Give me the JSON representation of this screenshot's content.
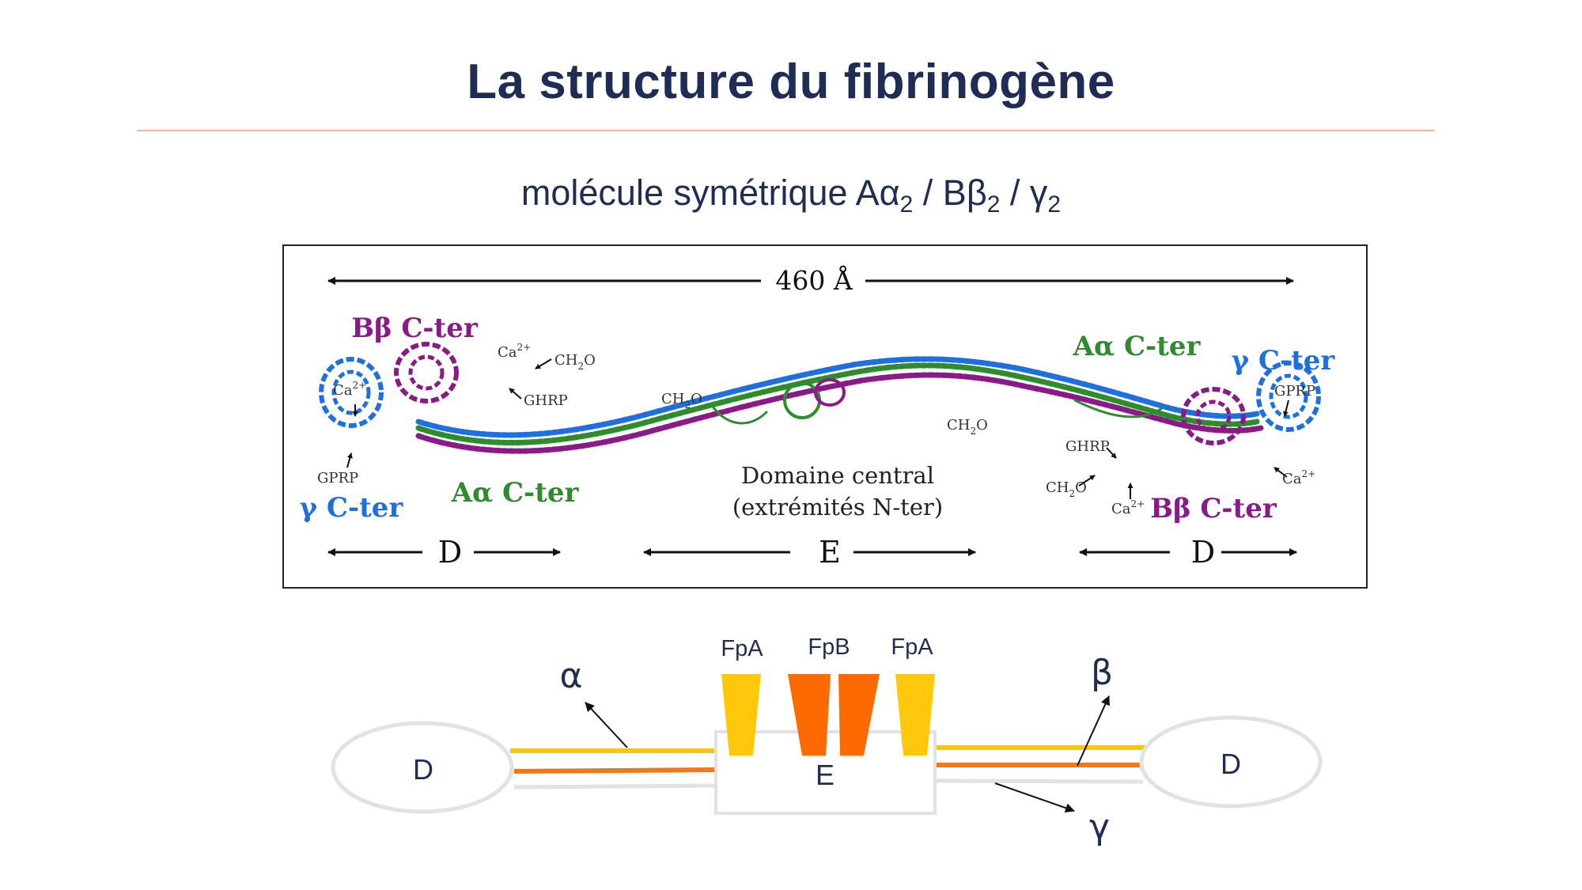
{
  "slide": {
    "title": "La structure du fibrinogène",
    "subtitle_parts": [
      "molécule symétrique Aα",
      "2",
      " / Bβ",
      "2",
      " / γ",
      "2"
    ]
  },
  "figure": {
    "length_label": "460 Å",
    "labels": {
      "bb_cter_left": "Bβ C-ter",
      "bb_cter_right": "Bβ C-ter",
      "aa_cter_left": "Aα C-ter",
      "aa_cter_right": "Aα C-ter",
      "g_cter_left": "γ C-ter",
      "g_cter_right": "γ C-ter",
      "central_line1": "Domaine central",
      "central_line2": "(extrémités N-ter)"
    },
    "small_labels": {
      "ca_left": "Ca",
      "gprp_left": "GPRP",
      "ca_bb_left": "Ca",
      "ch2o_left_top": "CH",
      "ghrp_left": "GHRP",
      "ch2o_center_left": "CH",
      "ch2o_center_right": "CH",
      "ghrp_right": "GHRP",
      "ch2o_right": "CH",
      "ca_bb_right": "Ca",
      "gprp_right": "GPRP",
      "ca_right": "Ca",
      "sup_ca": "2+",
      "sub_2": "2",
      "o_suffix": "O"
    },
    "domains": [
      "D",
      "E",
      "D"
    ],
    "colors": {
      "alpha": "#2e8b2e",
      "beta": "#8a1a8a",
      "gamma": "#1e6fe0"
    }
  },
  "diagram": {
    "left_domain": "D",
    "right_domain": "D",
    "center_domain": "E",
    "fibrinopeptides": [
      "FpA",
      "FpB",
      "FpA"
    ],
    "chain_alpha": "α",
    "chain_beta": "β",
    "chain_gamma": "γ",
    "colors": {
      "alpha_chain": "#f5c518",
      "beta_chain": "#f07818",
      "fpa": "#ffc80a",
      "fpb": "#ff6a00",
      "outline": "#e2e2e2",
      "text": "#1f2d56"
    }
  }
}
